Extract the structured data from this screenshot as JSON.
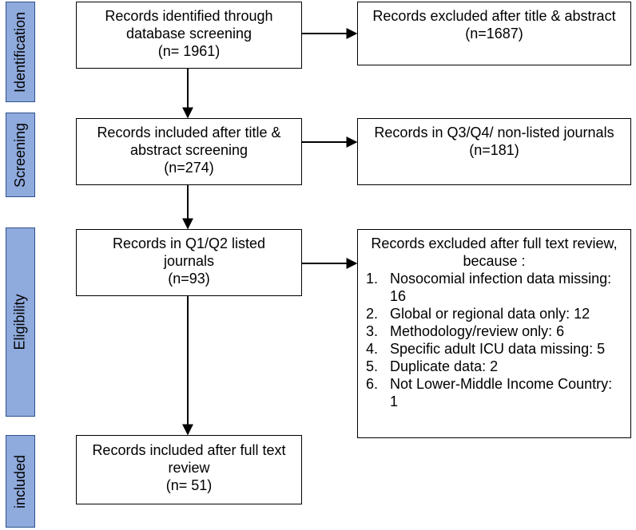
{
  "stages": {
    "identification": "Identification",
    "screening": "Screening",
    "eligibility": "Eligibility",
    "included": "included"
  },
  "boxes": {
    "identified": {
      "line1": "Records identified through",
      "line2": "database screening",
      "line3": "(n= 1961)"
    },
    "excluded_title": {
      "line1": "Records excluded after title & abstract",
      "line2": "(n=1687)"
    },
    "included_title": {
      "line1": "Records included after title &",
      "line2": "abstract  screening",
      "line3": "(n=274)"
    },
    "q3q4": {
      "line1": "Records in Q3/Q4/ non-listed journals",
      "line2": "(n=181)"
    },
    "q1q2": {
      "line1": "Records in Q1/Q2 listed",
      "line2": "journals",
      "line3": "(n=93)"
    },
    "excluded_full": {
      "line1": "Records excluded after full text review,",
      "line2": "because :",
      "items": [
        {
          "num": "1.",
          "text": "Nosocomial infection data missing: 16"
        },
        {
          "num": "2.",
          "text": "Global or regional data only: 12"
        },
        {
          "num": "3.",
          "text": "Methodology/review only: 6"
        },
        {
          "num": "4.",
          "text": "Specific adult ICU data missing: 5"
        },
        {
          "num": "5.",
          "text": "Duplicate data: 2"
        },
        {
          "num": "6.",
          "text": "Not Lower-Middle Income Country: 1"
        }
      ]
    },
    "included_full": {
      "line1": "Records included after full text",
      "line2": "review",
      "line3": "(n= 51)"
    }
  }
}
